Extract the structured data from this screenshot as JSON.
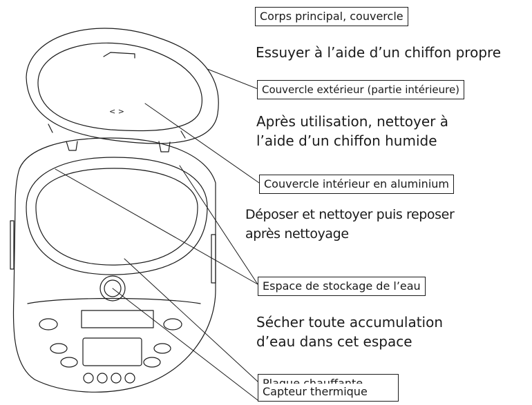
{
  "labels": {
    "body_lid": "Corps principal, couvercle",
    "outer_lid": "Couvercle extérieur (partie intérieure)",
    "inner_lid": "Couvercle intérieur en aluminium",
    "water_space": "Espace de stockage de l’eau",
    "heating_plate": "Plaque chauffante",
    "thermal_sensor": "Capteur thermique"
  },
  "descriptions": {
    "body_lid": "Essuyer à l’aide d’un chiffon propre",
    "outer_lid_1": "Après utilisation, nettoyer à",
    "outer_lid_2": "l’aide d’un chiffon humide",
    "inner_lid_1": "Déposer et nettoyer puis reposer",
    "inner_lid_2": "après nettoyage",
    "water_space_1": "Sécher toute accumulation",
    "water_space_2": "d’eau dans cet espace"
  },
  "lid_glyph": "< >"
}
